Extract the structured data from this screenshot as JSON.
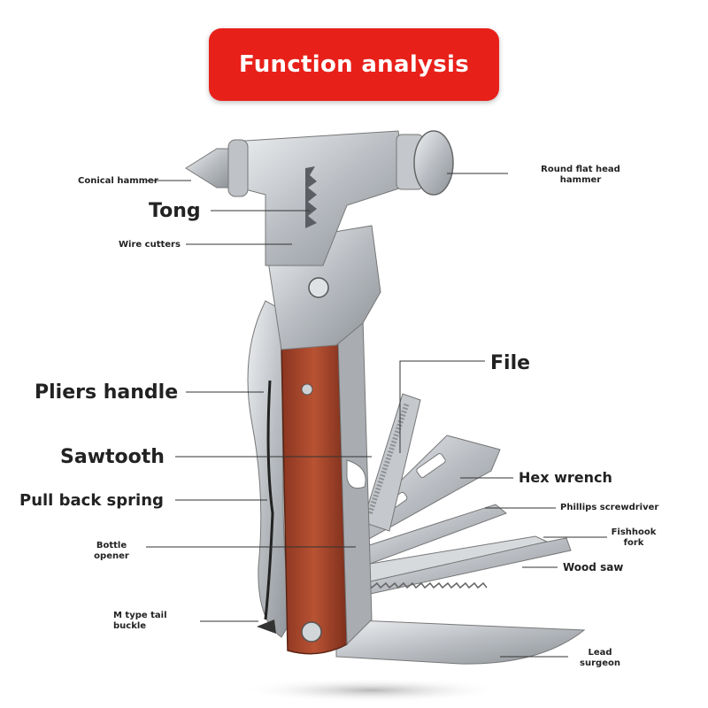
{
  "title": "Function analysis",
  "colors": {
    "banner": "#e8201a",
    "leader": "#333333",
    "wood": "#a8442a",
    "steel": "#c9ccd0"
  },
  "labels": {
    "conical_hammer": "Conical hammer",
    "round_flat_head_hammer": "Round flat head hammer",
    "tong": "Tong",
    "wire_cutters": "Wire cutters",
    "file": "File",
    "pliers_handle": "Pliers handle",
    "sawtooth": "Sawtooth",
    "hex_wrench": "Hex wrench",
    "pull_back_spring": "Pull back spring",
    "phillips_screwdriver": "Phillips screwdriver",
    "fishhook_fork": "Fishhook fork",
    "bottle_opener": "Bottle opener",
    "wood_saw": "Wood saw",
    "m_type_tail_buckle": "M type tail buckle",
    "lead_surgeon": "Lead surgeon"
  }
}
